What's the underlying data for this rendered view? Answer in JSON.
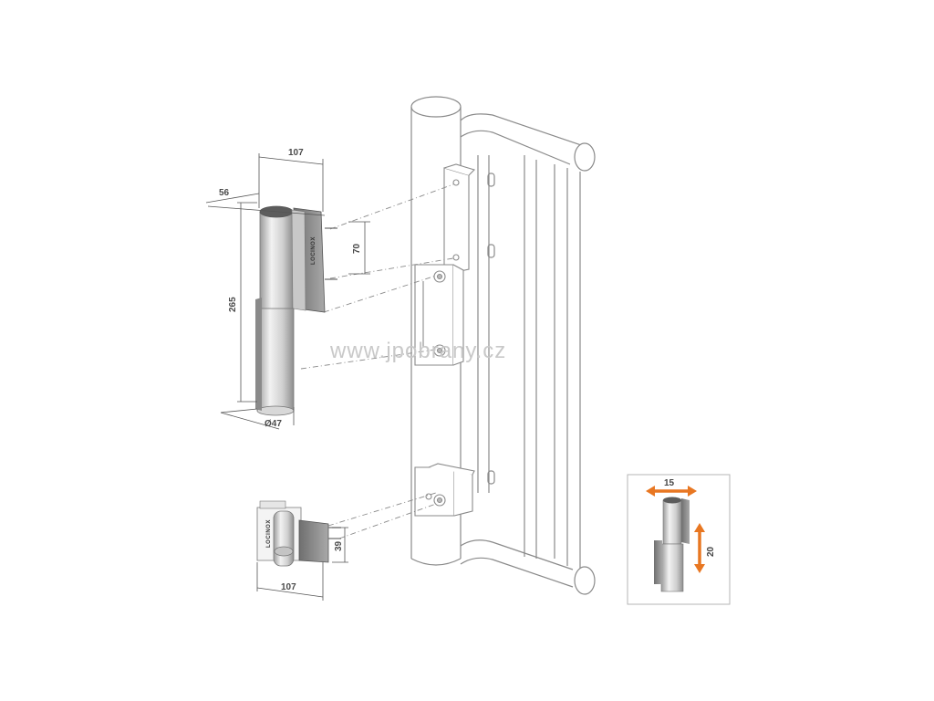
{
  "dimensions": {
    "width_top": "107",
    "depth_top": "56",
    "height": "265",
    "spacing": "70",
    "diameter": "Ø47",
    "bottom_width": "107",
    "bottom_height": "39"
  },
  "watermark": "www.jpobrany.cz",
  "brand_mark": "LOCINOX",
  "inset": {
    "horizontal_adjust": "15",
    "vertical_adjust": "20"
  },
  "colors": {
    "line": "#8a8a8a",
    "silver": "#d4d4d4",
    "dark_plate": "#7d7d7d",
    "arrow": "#e87722",
    "inset_border": "#b5b5b5"
  },
  "icons": {
    "arrow_head": "orange-arrow"
  }
}
